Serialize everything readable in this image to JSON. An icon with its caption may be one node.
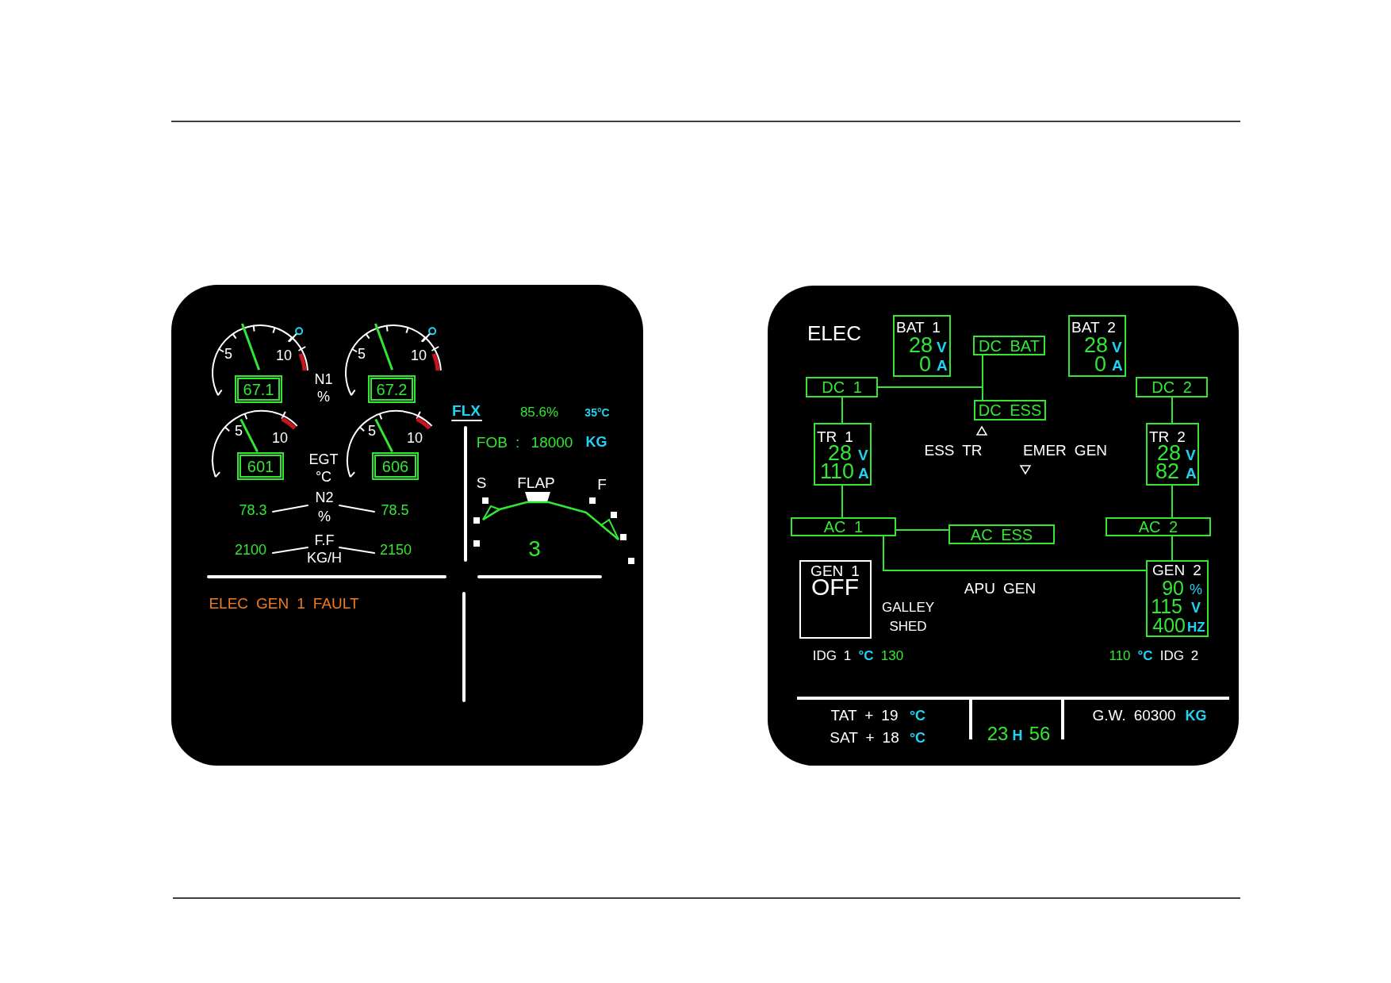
{
  "diagram": {
    "nodes": [
      {
        "text": [],
        "shape": "box"
      },
      {
        "text": [
          "67.1"
        ],
        "in": 0
      },
      {
        "text": [
          "67.2"
        ],
        "in": 0
      },
      {
        "text": [
          "601"
        ],
        "in": 0
      },
      {
        "text": [
          "606"
        ],
        "in": 0
      },
      {
        "text": [
          "ELEC"
        ]
      },
      {
        "text": [
          "BAT 1",
          "28",
          "V",
          "0",
          "A"
        ],
        "in": 5
      },
      {
        "text": [
          "DC BAT"
        ],
        "in": 5
      },
      {
        "text": [
          "BAT 2",
          "28",
          "V",
          "0",
          "A"
        ],
        "in": 5
      },
      {
        "text": [
          "DC 1"
        ],
        "in": 5
      },
      {
        "text": [
          "DC ESS"
        ],
        "in": 5
      },
      {
        "text": [
          "DC 2"
        ],
        "in": 5
      },
      {
        "text": [
          "TR 1",
          "28",
          "V",
          "110",
          "A"
        ],
        "in": 5
      },
      {
        "text": [
          "TR 2",
          "28",
          "V",
          "82",
          "A"
        ],
        "in": 5
      },
      {
        "text": [
          "AC 1"
        ],
        "in": 5
      },
      {
        "text": [
          "AC ESS"
        ],
        "in": 5
      },
      {
        "text": [
          "AC 2"
        ],
        "in": 5
      },
      {
        "text": [
          "GEN 1",
          "OFF"
        ],
        "in": 5
      },
      {
        "text": [
          "GEN 2",
          "90",
          "%",
          "115",
          "V",
          "400",
          "HZ"
        ],
        "in": 5
      }
    ],
    "edges": [
      {
        "from": 9,
        "to": 7,
        "arrow": "none"
      },
      {
        "from": 9,
        "to": 10,
        "arrow": "none"
      },
      {
        "from": 9,
        "to": 12,
        "arrow": "none"
      },
      {
        "from": 12,
        "to": 14,
        "arrow": "none"
      },
      {
        "from": 14,
        "to": 15,
        "arrow": "none"
      },
      {
        "from": 14,
        "to": 18,
        "arrow": "none"
      },
      {
        "from": 11,
        "to": 13,
        "arrow": "none"
      },
      {
        "from": 13,
        "to": 16,
        "arrow": "none"
      },
      {
        "from": 16,
        "to": 18,
        "arrow": "none"
      }
    ],
    "labels": [
      "5",
      "10",
      "5",
      "10",
      "N1",
      "%",
      "5",
      "10",
      "5",
      "10",
      "EGT",
      "°C",
      "78.3",
      "N2",
      "%",
      "78.5",
      "2100",
      "F.F",
      "KG/H",
      "2150",
      "FLX",
      "85.6%",
      "35°C",
      "FOB :",
      "18000",
      "KG",
      "S",
      "FLAP",
      "F",
      "3",
      "ELEC GEN 1 FAULT",
      "ESS TR",
      "EMER GEN",
      "APU GEN",
      "GALLEY",
      "SHED",
      "IDG 1",
      "°C",
      "130",
      "110",
      "°C",
      "IDG 2",
      "TAT + 19",
      "°C",
      "SAT + 18",
      "°C",
      "23",
      "H",
      "56",
      "G.W. 60300",
      "KG"
    ]
  }
}
